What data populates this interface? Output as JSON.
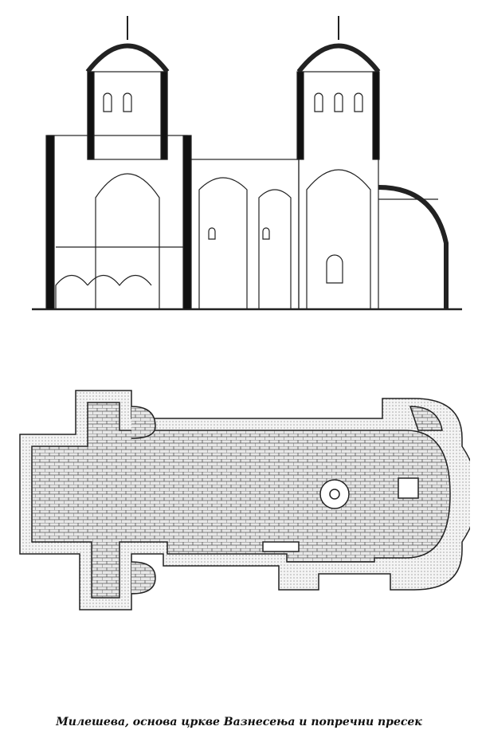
{
  "figure": {
    "caption": "Милешева, основа цркве Вазнесења и попречни пресек",
    "drawings": [
      "cross-section",
      "floor-plan"
    ]
  }
}
